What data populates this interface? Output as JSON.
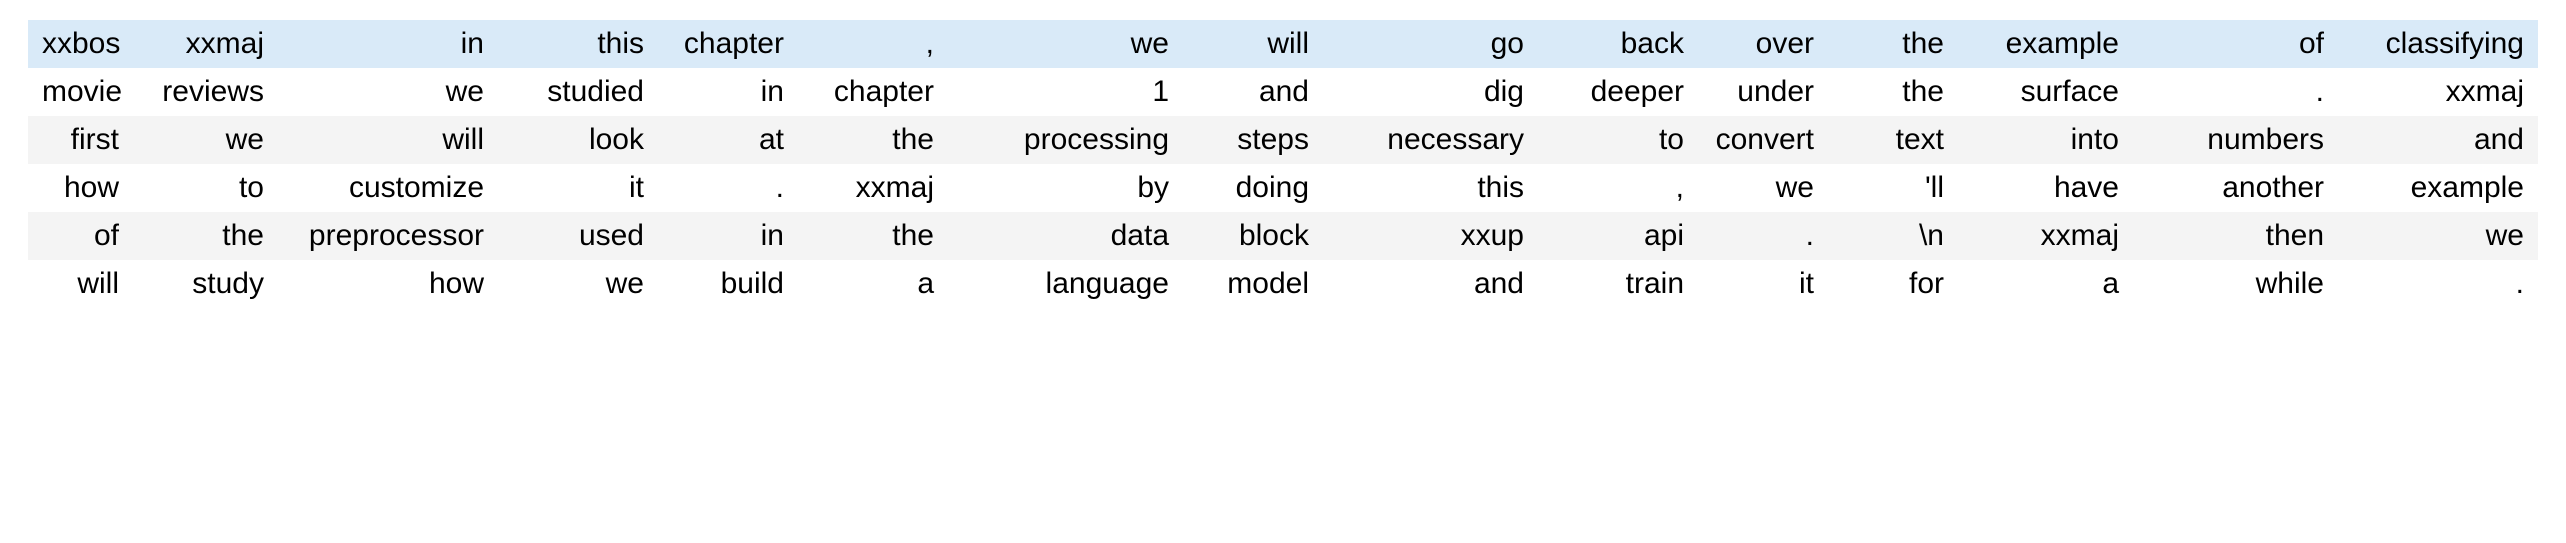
{
  "table": {
    "type": "token-grid",
    "column_count": 15,
    "row_count": 6,
    "text_align": "right",
    "colors": {
      "highlight_row_background": "#d9eaf8",
      "alternate_row_background": "#f4f4f4",
      "plain_row_background": "#ffffff",
      "text": "#000000",
      "page_background": "#ffffff"
    },
    "rows": [
      {
        "style": "highlight",
        "cells": [
          "xxbos",
          "xxmaj",
          "in",
          "this",
          "chapter",
          ",",
          "we",
          "will",
          "go",
          "back",
          "over",
          "the",
          "example",
          "of",
          "classifying"
        ]
      },
      {
        "style": "plain",
        "cells": [
          "movie",
          "reviews",
          "we",
          "studied",
          "in",
          "chapter",
          "1",
          "and",
          "dig",
          "deeper",
          "under",
          "the",
          "surface",
          ".",
          "xxmaj"
        ]
      },
      {
        "style": "alt",
        "cells": [
          "first",
          "we",
          "will",
          "look",
          "at",
          "the",
          "processing",
          "steps",
          "necessary",
          "to",
          "convert",
          "text",
          "into",
          "numbers",
          "and"
        ]
      },
      {
        "style": "plain",
        "cells": [
          "how",
          "to",
          "customize",
          "it",
          ".",
          "xxmaj",
          "by",
          "doing",
          "this",
          ",",
          "we",
          "'ll",
          "have",
          "another",
          "example"
        ]
      },
      {
        "style": "alt",
        "cells": [
          "of",
          "the",
          "preprocessor",
          "used",
          "in",
          "the",
          "data",
          "block",
          "xxup",
          "api",
          ".",
          "\\n",
          "xxmaj",
          "then",
          "we"
        ]
      },
      {
        "style": "plain",
        "cells": [
          "will",
          "study",
          "how",
          "we",
          "build",
          "a",
          "language",
          "model",
          "and",
          "train",
          "it",
          "for",
          "a",
          "while",
          "."
        ]
      }
    ]
  }
}
